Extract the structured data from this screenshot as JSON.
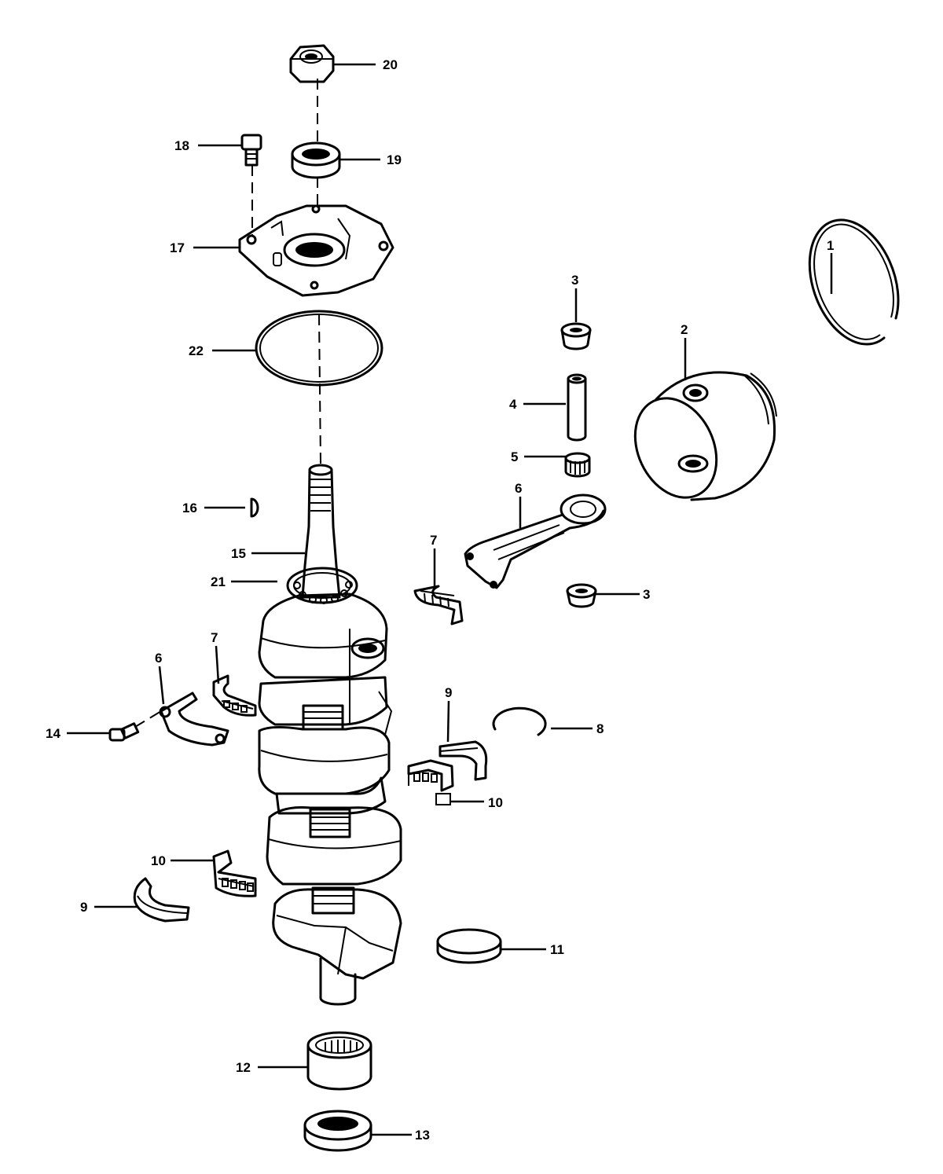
{
  "callouts": {
    "c1": "1",
    "c2": "2",
    "c3a": "3",
    "c3b": "3",
    "c4": "4",
    "c5": "5",
    "c6a": "6",
    "c6b": "6",
    "c7a": "7",
    "c7b": "7",
    "c8": "8",
    "c9a": "9",
    "c9b": "9",
    "c10a": "10",
    "c10b": "10",
    "c11": "11",
    "c12": "12",
    "c13": "13",
    "c14": "14",
    "c15": "15",
    "c16": "16",
    "c17": "17",
    "c18": "18",
    "c19": "19",
    "c20": "20",
    "c21": "21",
    "c22": "22"
  }
}
